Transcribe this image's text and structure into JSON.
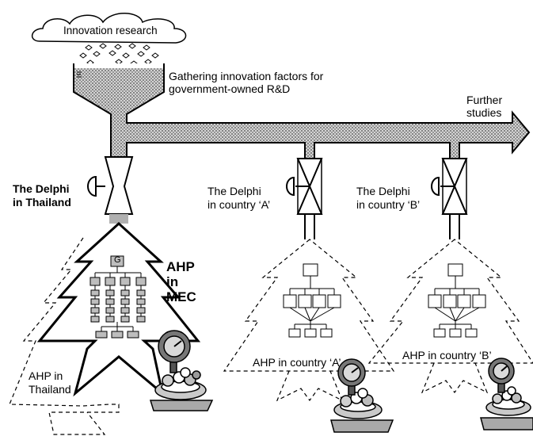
{
  "cloud_label": "Innovation research",
  "funnel_caption_lines": [
    "Gathering innovation factors for",
    "government-owned R&D"
  ],
  "arrow_label_lines": [
    "Further",
    "studies"
  ],
  "delphi_thailand_lines": [
    "The Delphi",
    "in Thailand"
  ],
  "delphi_a_lines": [
    "The Delphi",
    "in country ‘A’"
  ],
  "delphi_b_lines": [
    "The Delphi",
    "in country ‘B’"
  ],
  "ahp_mec_lines": [
    "AHP",
    "in",
    "MEC"
  ],
  "ahp_thailand_lines": [
    "AHP in",
    "Thailand"
  ],
  "ahp_a_label": "AHP in country ‘A’",
  "ahp_b_label": "AHP in country ‘B’",
  "goal_node_label": "G",
  "colors": {
    "line": "#000000",
    "pipe_fill": "#b8b8b8",
    "node_fill": "#bdbdbd",
    "scale_base": "#a9a9a9"
  },
  "icons": [
    "cloud-icon",
    "funnel-icon",
    "valve-icon",
    "balance-scale-icon",
    "hierarchy-icon",
    "tree-icon"
  ]
}
